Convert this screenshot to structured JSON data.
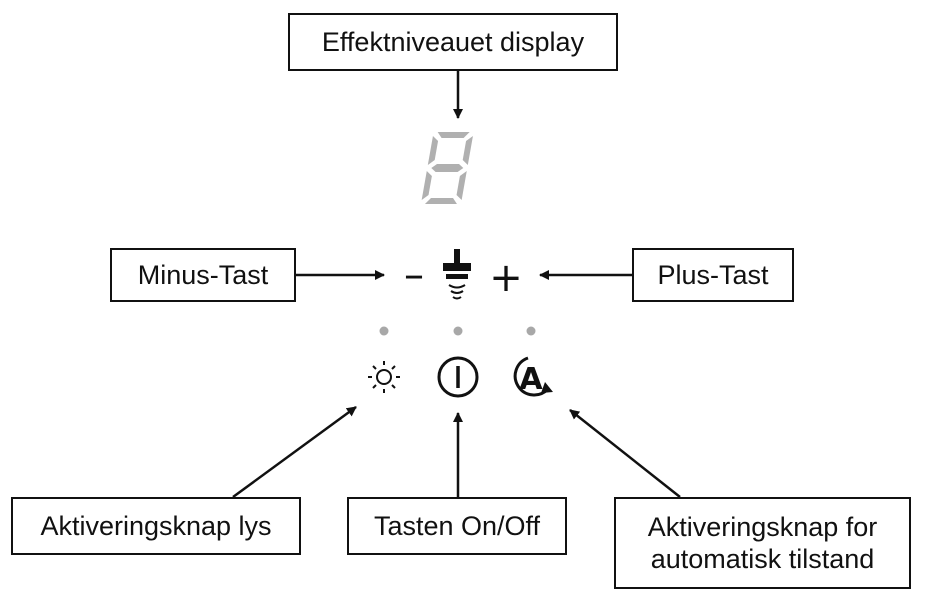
{
  "labels": {
    "effekt_display": "Effektniveauet display",
    "minus_key": "Minus-Tast",
    "plus_key": "Plus-Tast",
    "light_button": "Aktiveringsknap lys",
    "onoff_button": "Tasten On/Off",
    "auto_button_line1": "Aktiveringsknap for",
    "auto_button_line2": "automatisk tilstand"
  },
  "display": {
    "digit": "8",
    "color": "#b0b0b0"
  },
  "panel": {
    "minus_symbol": "–",
    "plus_symbol": "+",
    "auto_symbol": "A",
    "indicator_color": "#a8a8a8"
  },
  "icons": {
    "display_icon": "seven-segment-digit",
    "fan": "fan-icon",
    "light": "sun-icon",
    "power": "power-icon",
    "auto": "auto-a-icon"
  }
}
